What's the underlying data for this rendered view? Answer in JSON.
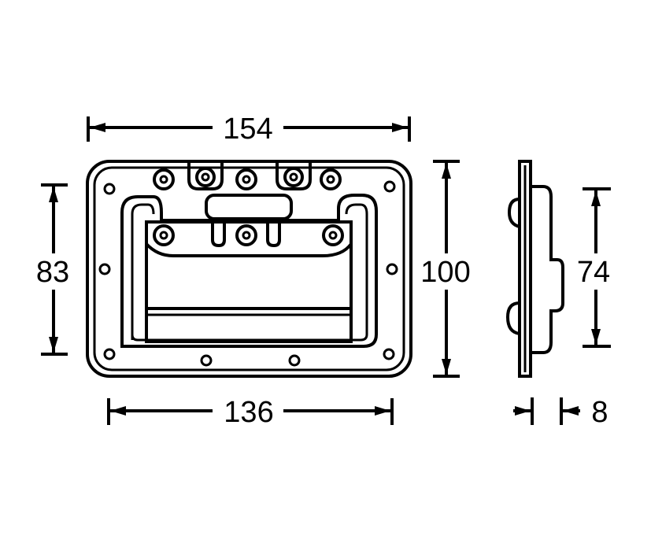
{
  "drawing": {
    "dimensions": {
      "overall_width": "154",
      "overall_height": "100",
      "hole_spacing_width": "136",
      "hole_spacing_height": "83",
      "side_height": "74",
      "depth": "8"
    },
    "color": "#000000"
  }
}
